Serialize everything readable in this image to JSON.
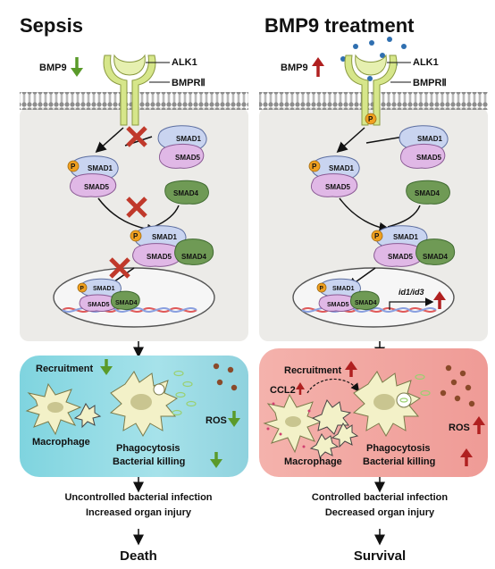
{
  "left": {
    "title": "Sepsis",
    "bmp9_label": "BMP9",
    "alk1_label": "ALK1",
    "bmpr2_label": "BMPRⅡ",
    "smad1": "SMAD1",
    "smad5": "SMAD5",
    "smad4": "SMAD4",
    "phospho": "P",
    "recruitment": "Recruitment",
    "ros": "ROS",
    "macrophage": "Macrophage",
    "phagocytosis": "Phagocytosis",
    "bacterial_killing": "Bacterial killing",
    "outcome_line1": "Uncontrolled bacterial infection",
    "outcome_line2": "Increased organ injury",
    "final": "Death"
  },
  "right": {
    "title": "BMP9 treatment",
    "bmp9_label": "BMP9",
    "alk1_label": "ALK1",
    "bmpr2_label": "BMPRⅡ",
    "smad1": "SMAD1",
    "smad5": "SMAD5",
    "smad4": "SMAD4",
    "phospho": "P",
    "target_genes": "id1/id3",
    "recruitment": "Recruitment",
    "ccl2": "CCL2",
    "ros": "ROS",
    "macrophage": "Macrophage",
    "phagocytosis": "Phagocytosis",
    "bacterial_killing": "Bacterial killing",
    "outcome_line1": "Controlled bacterial infection",
    "outcome_line2": "Decreased organ injury",
    "final": "Survival"
  },
  "colors": {
    "down_arrow": "#5a9a2a",
    "up_arrow": "#b02020",
    "block_x": "#c0392b",
    "smad1": "#c9d4f0",
    "smad5": "#e0b8e6",
    "smad4": "#6f9a55",
    "phospho": "#f0a020",
    "receptor": "#d6e68a",
    "cytoplasm": "#ecebe8",
    "sepsis_box": "#8ed8e2",
    "treatment_box": "#f2a7a2",
    "dna_red": "#e05a5a",
    "dna_blue": "#8aa0e0"
  }
}
